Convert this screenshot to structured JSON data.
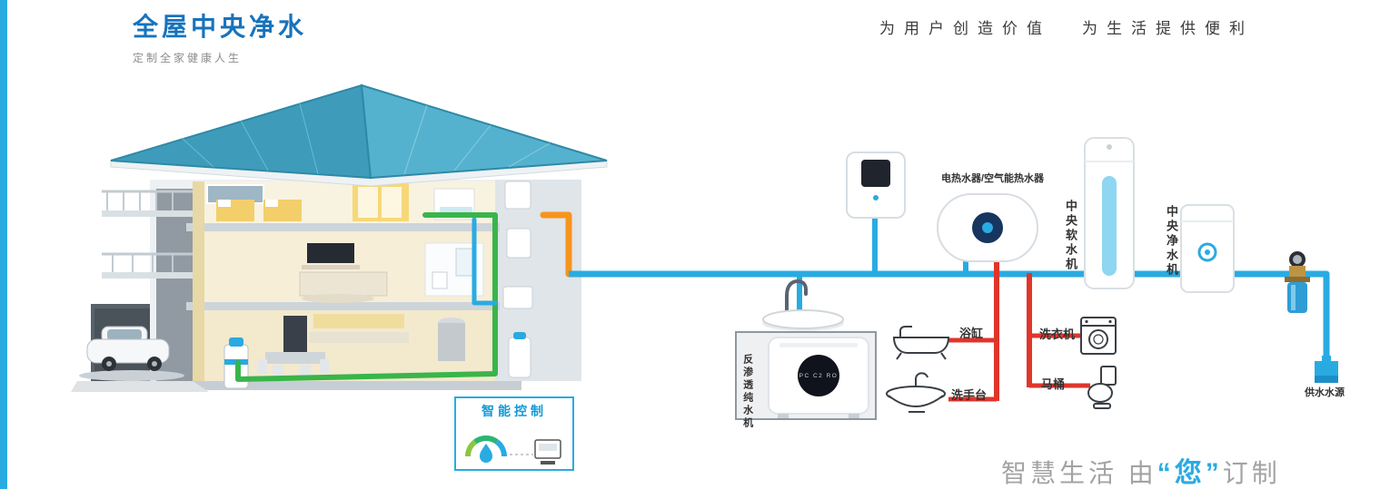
{
  "header": {
    "title": "全屋中央净水",
    "subtitle": "定制全家健康人生"
  },
  "slogans": {
    "left": "为用户创造价值",
    "right": "为生活提供便利"
  },
  "smart_control": {
    "title": "智能控制"
  },
  "diagram": {
    "heater_label": "电热水器/空气能热水器",
    "softener_label": "中央软水机",
    "purifier_label": "中央净水机",
    "ro_label": "反渗透纯水机",
    "ro_display": "PC C2 RO",
    "bathtub_label": "浴缸",
    "washer_label": "洗衣机",
    "washbasin_label": "洗手台",
    "toilet_label": "马桶",
    "source_label": "供水水源"
  },
  "footer": {
    "prefix": "智慧生活 由",
    "highlight": "“您”",
    "suffix": "订制"
  },
  "colors": {
    "accent_blue": "#29abe2",
    "pipe_red": "#e0352b",
    "pipe_green": "#39b54a",
    "pipe_orange": "#f7941d"
  }
}
